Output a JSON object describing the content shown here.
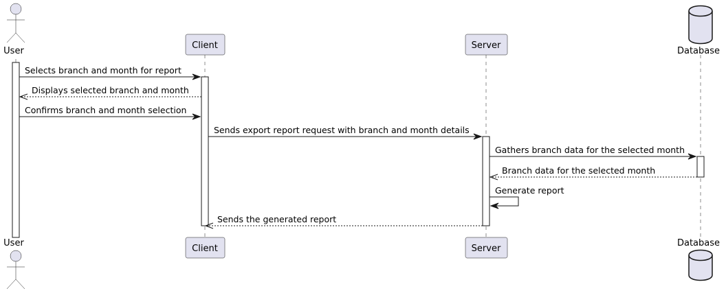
{
  "participants": {
    "user": {
      "label": "User",
      "kind": "actor"
    },
    "client": {
      "label": "Client",
      "kind": "participant"
    },
    "server": {
      "label": "Server",
      "kind": "participant"
    },
    "database": {
      "label": "Database",
      "kind": "database"
    }
  },
  "messages": [
    {
      "from": "user",
      "to": "client",
      "text": "Selects branch and month for report",
      "style": "solid"
    },
    {
      "from": "client",
      "to": "user",
      "text": "Displays selected branch and month",
      "style": "dashed"
    },
    {
      "from": "user",
      "to": "client",
      "text": "Confirms branch and month selection",
      "style": "solid"
    },
    {
      "from": "client",
      "to": "server",
      "text": "Sends export report request with branch and month details",
      "style": "solid"
    },
    {
      "from": "server",
      "to": "database",
      "text": "Gathers branch data for the selected month",
      "style": "solid"
    },
    {
      "from": "database",
      "to": "server",
      "text": "Branch data for the selected month",
      "style": "dashed"
    },
    {
      "from": "server",
      "to": "server",
      "text": "Generate report",
      "style": "self"
    },
    {
      "from": "server",
      "to": "client",
      "text": "Sends the generated report",
      "style": "dashed"
    }
  ],
  "colors": {
    "participant_fill": "#E2E2F0",
    "stroke": "#181818",
    "background": "#FFFFFF"
  },
  "icons": {
    "actor": "stick-figure-icon",
    "database": "database-cylinder-icon"
  }
}
